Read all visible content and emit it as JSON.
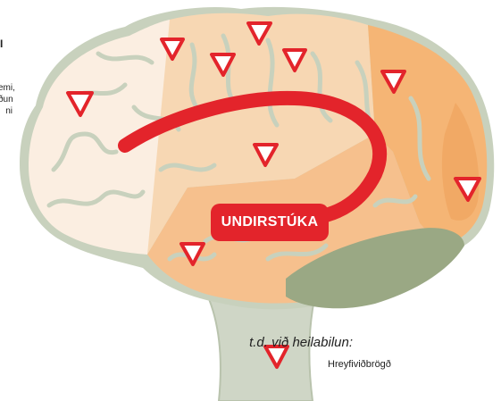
{
  "texts": {
    "clip_top": "I",
    "clip_lines": [
      "emi,",
      "ðun",
      "ni"
    ],
    "caption": "t.d. við heilabilun:",
    "brainstem_label": "Hreyfiviðbrögð",
    "center_label": "UNDIRSTÚKA"
  },
  "colors": {
    "frontal": "#fbeee1",
    "parietal": "#f7d7b3",
    "occipital": "#f5b575",
    "temporal": "#f6c08d",
    "cerebellum": "#9aa884",
    "stem": "#cfd6c6",
    "outline": "#c8d1bd",
    "accent_red": "#e3242b"
  },
  "icons": [
    "yield-triangle-icon"
  ]
}
